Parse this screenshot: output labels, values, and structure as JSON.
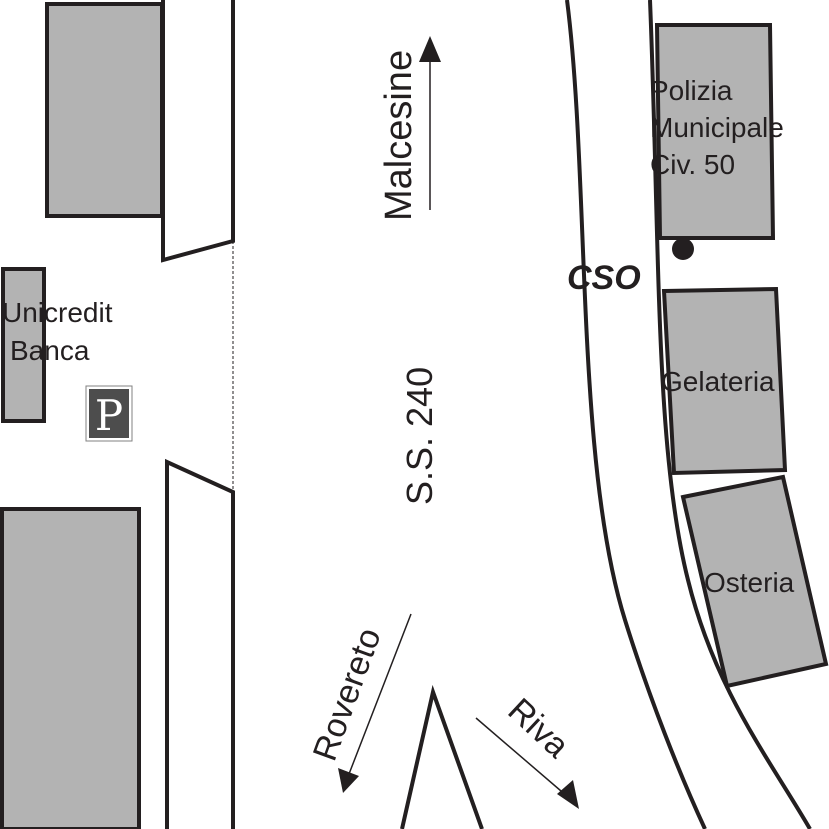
{
  "labels": {
    "polizia_line1": "Polizia",
    "polizia_line2": "Municipale",
    "polizia_line3": "Civ. 50",
    "cso": "CSO",
    "gelateria": "Gelateria",
    "osteria": "Osteria",
    "unicredit_line1": "Unicredit",
    "unicredit_line2": "Banca",
    "parking": "P",
    "road_name": "S.S. 240",
    "dir_malcesine": "Malcesine",
    "dir_rovereto": "Rovereto",
    "dir_riva": "Riva"
  },
  "colors": {
    "building_fill": "#b3b3b3",
    "line": "#231f20",
    "parking_bg": "#4d4d4d",
    "background": "#ffffff"
  },
  "icons": {
    "parking": "parking-sign-icon",
    "location": "location-dot-icon",
    "arrow": "direction-arrow-icon"
  }
}
